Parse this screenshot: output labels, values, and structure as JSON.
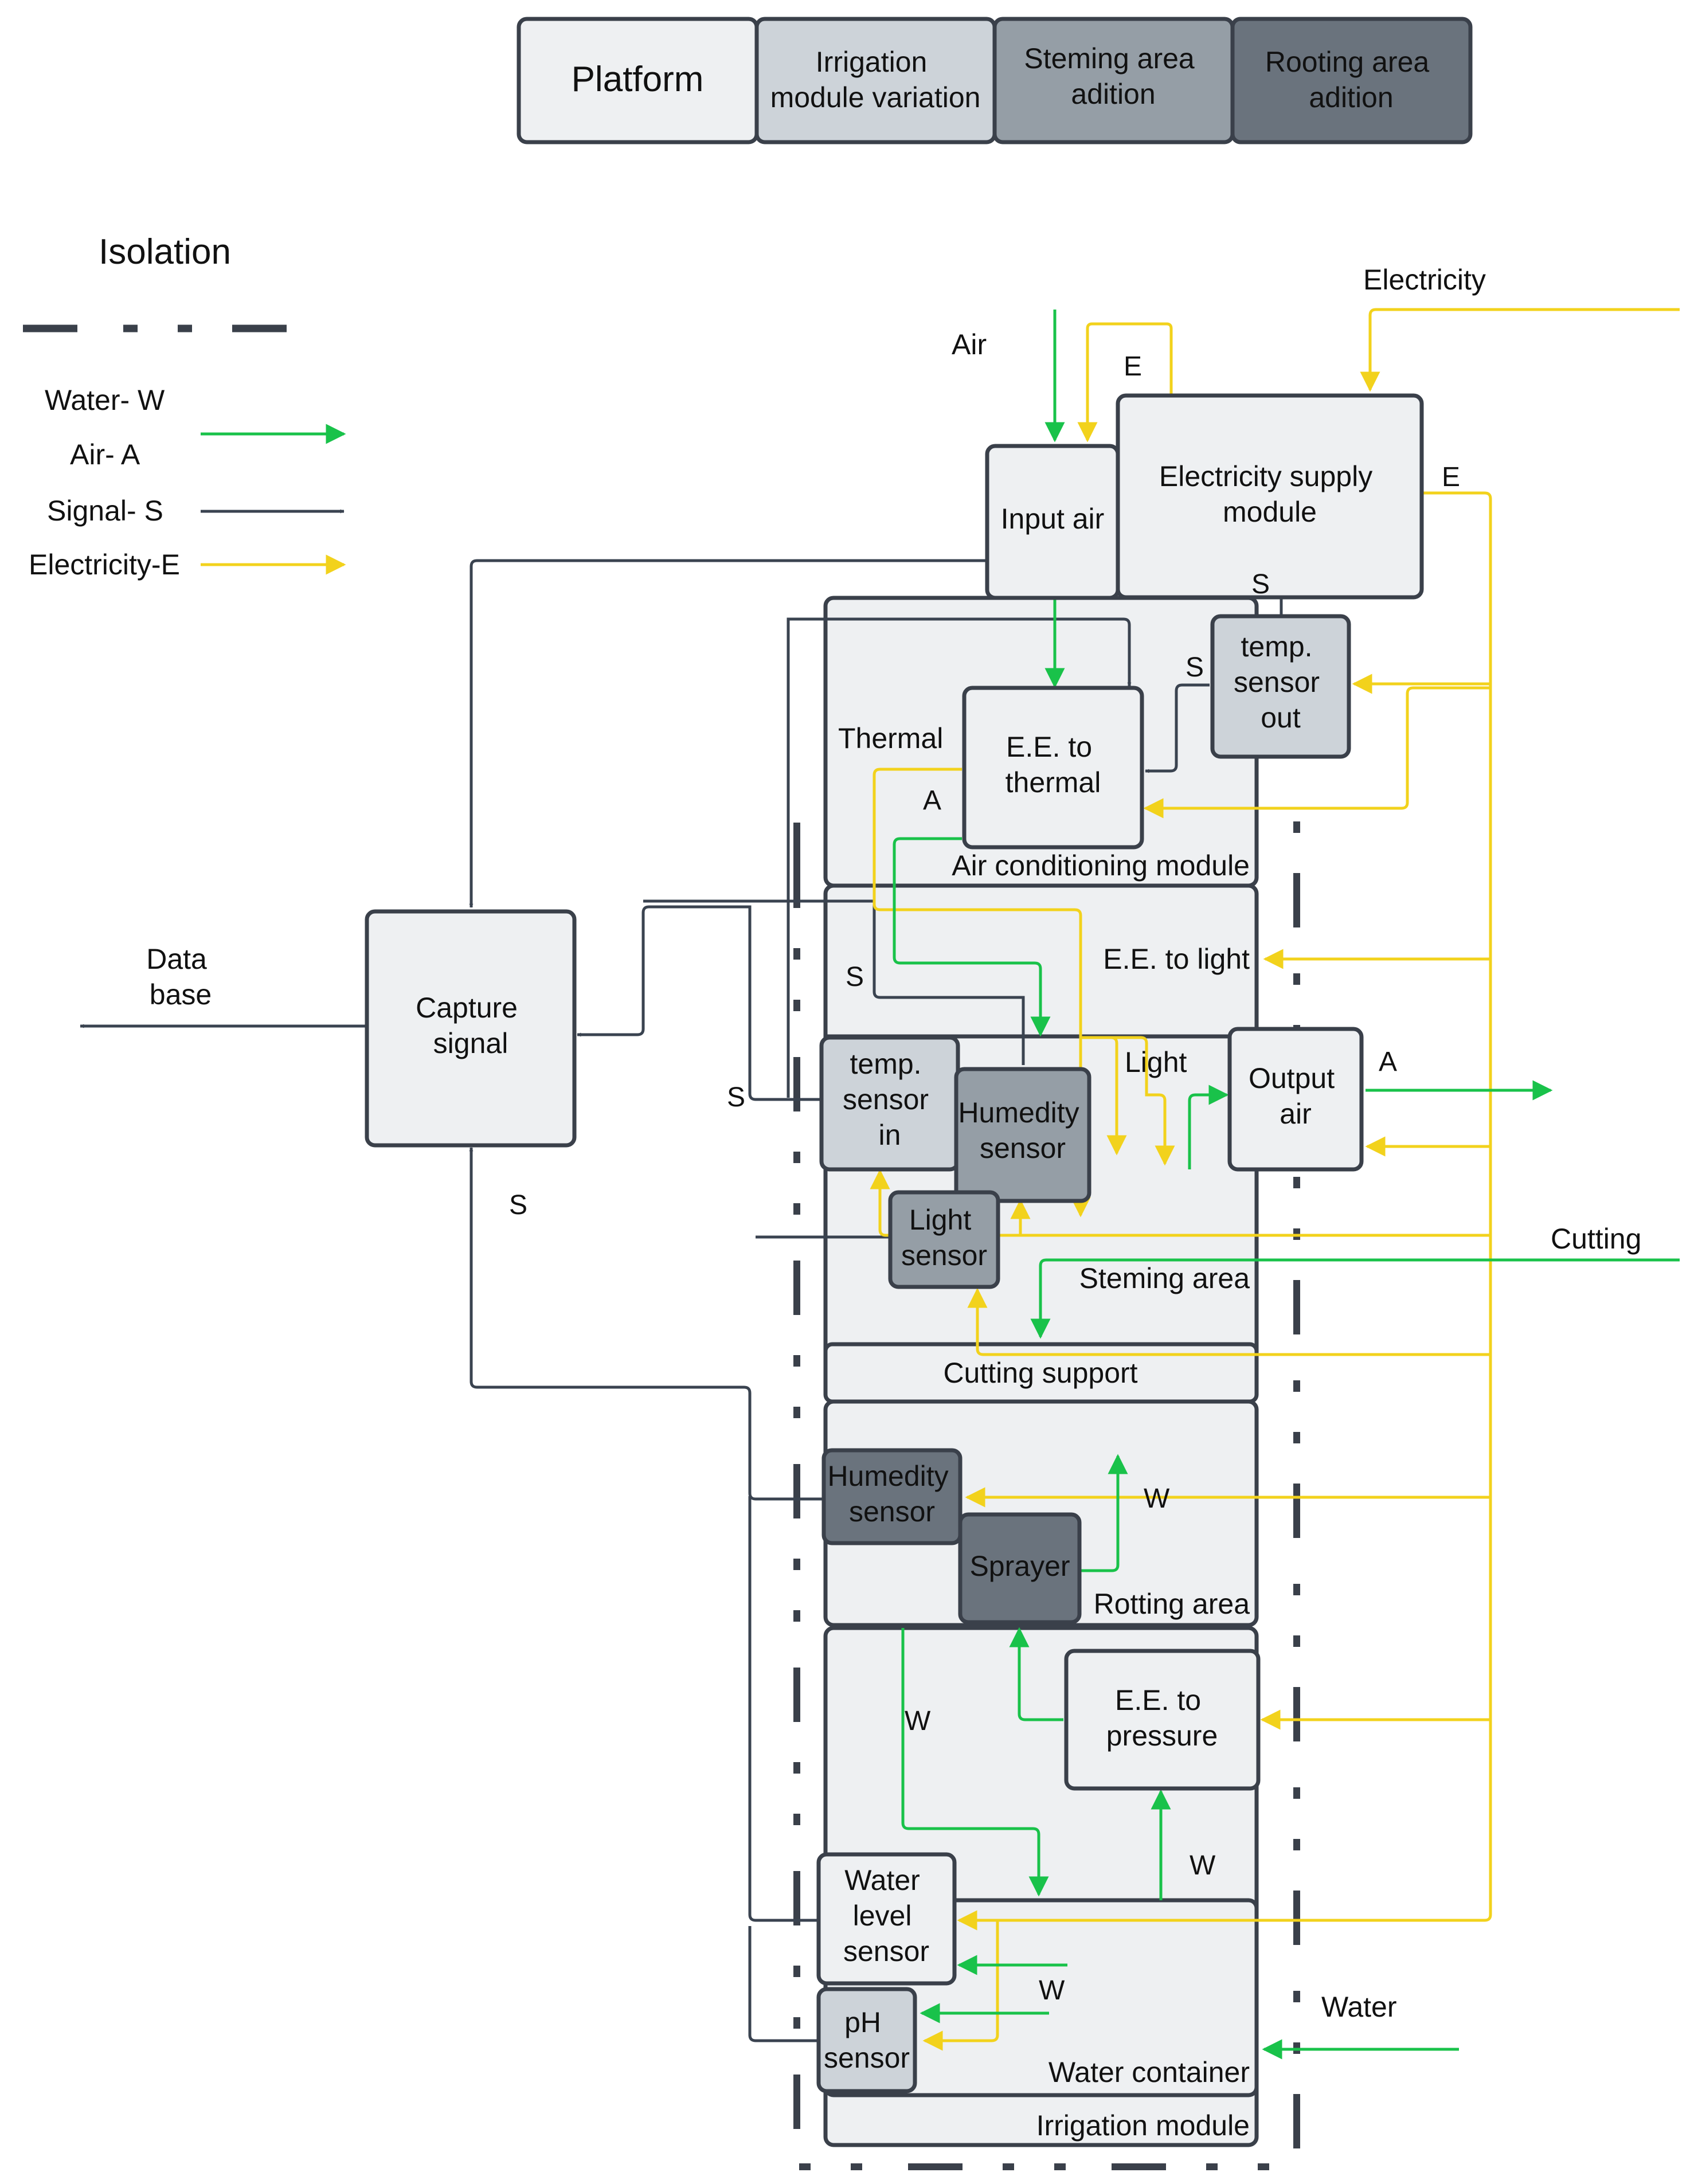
{
  "colors": {
    "platform": "#eef0f2",
    "irrigation": "#cdd3d9",
    "steming": "#959ea6",
    "rooting": "#6a737d",
    "outline": "#3a404a",
    "water_air": "#19c24a",
    "signal": "#3a4350",
    "electricity": "#f2d21c"
  },
  "header_legend": {
    "platform": "Platform",
    "irrigation": [
      "Irrigation",
      "module variation"
    ],
    "steming": [
      "Steming area",
      "adition"
    ],
    "rooting": [
      "Rooting area",
      "adition"
    ]
  },
  "left_legend": {
    "isolation": "Isolation",
    "water": "Water- W",
    "air": "Air- A",
    "signal": "Signal- S",
    "electricity": "Electricity-E"
  },
  "blocks": {
    "input_air": [
      "Input air"
    ],
    "electricity_supply": [
      "Electricity supply",
      "module"
    ],
    "temp_sensor_out": [
      "temp.",
      "sensor",
      "out"
    ],
    "ee_thermal": [
      "E.E. to",
      "thermal"
    ],
    "capture_signal": [
      "Capture",
      "signal"
    ],
    "output_air": [
      "Output",
      "air"
    ],
    "temp_sensor_in": [
      "temp.",
      "sensor",
      "in"
    ],
    "humidity_sensor_top": [
      "Humedity",
      "sensor"
    ],
    "light_sensor": [
      "Light",
      "sensor"
    ],
    "humidity_sensor_bottom": [
      "Humedity",
      "sensor"
    ],
    "sprayer": [
      "Sprayer"
    ],
    "ee_pressure": [
      "E.E. to",
      "pressure"
    ],
    "water_level_sensor": [
      "Water",
      "level",
      "sensor"
    ],
    "ph_sensor": [
      "pH",
      "sensor"
    ]
  },
  "regions": {
    "thermal": "Thermal",
    "air_conditioning": "Air conditioning module",
    "ee_light": "E.E. to light",
    "light": "Light",
    "steming_area": "Steming area",
    "cutting_support": "Cutting support",
    "rotting_area": "Rotting area",
    "water_container": "Water container",
    "irrigation_module": "Irrigation module"
  },
  "labels": {
    "air": "Air",
    "electricity": "Electricity",
    "data_base": [
      "Data",
      "base"
    ],
    "cutting": "Cutting",
    "water": "Water",
    "e": "E",
    "s": "S",
    "a": "A",
    "w": "W"
  }
}
